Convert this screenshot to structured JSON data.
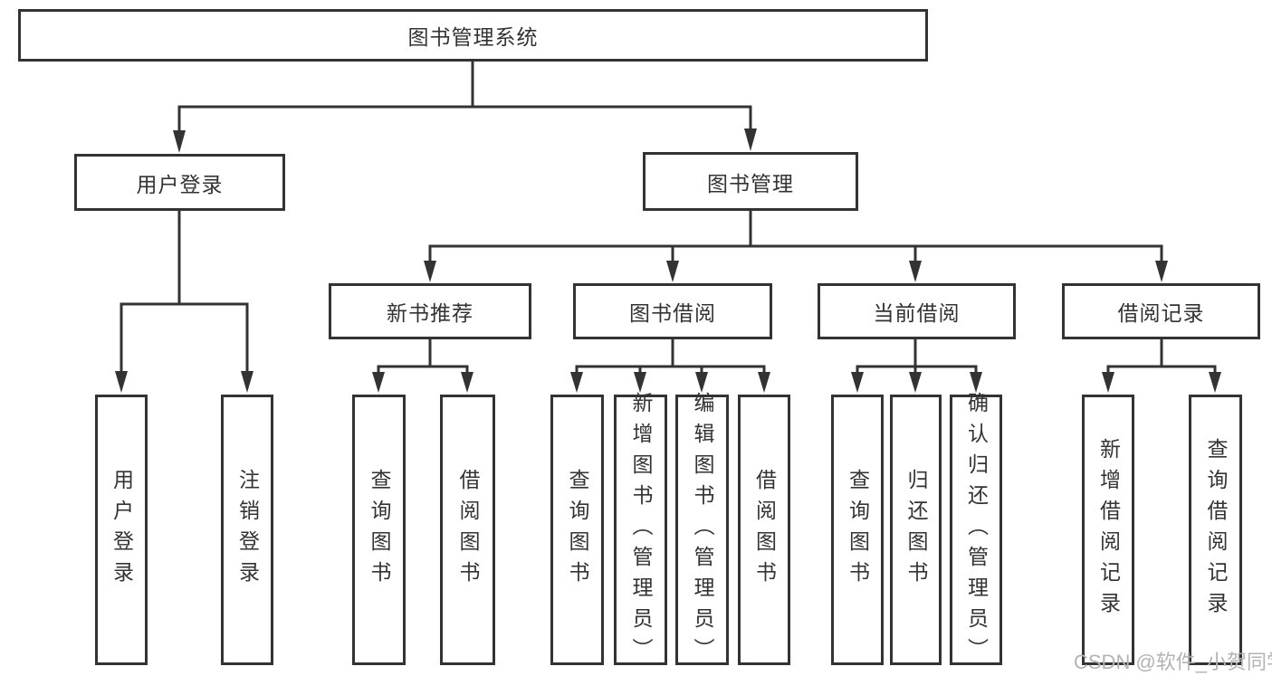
{
  "nodes": {
    "root": "图书管理系统",
    "user_login": "用户登录",
    "book_mgmt": "图书管理",
    "new_book_rec": "新书推荐",
    "book_borrow": "图书借阅",
    "current_borrow": "当前借阅",
    "borrow_record": "借阅记录",
    "leaf_user_login": "用户登录",
    "leaf_logout": "注销登录",
    "leaf_rec_query": "查询图书",
    "leaf_rec_borrow": "借阅图书",
    "leaf_bb_query": "查询图书",
    "leaf_bb_add": "新增图书（管理员）",
    "leaf_bb_edit": "编辑图书（管理员）",
    "leaf_bb_borrow": "借阅图书",
    "leaf_cb_query": "查询图书",
    "leaf_cb_return": "归还图书",
    "leaf_cb_confirm": "确认归还（管理员）",
    "leaf_br_add": "新增借阅记录",
    "leaf_br_query": "查询借阅记录"
  },
  "watermark": "CSDN @软件_小贺同学",
  "colors": {
    "line": "#333333",
    "text": "#333333",
    "watermark": "#b3b3b3",
    "background": "#ffffff"
  }
}
